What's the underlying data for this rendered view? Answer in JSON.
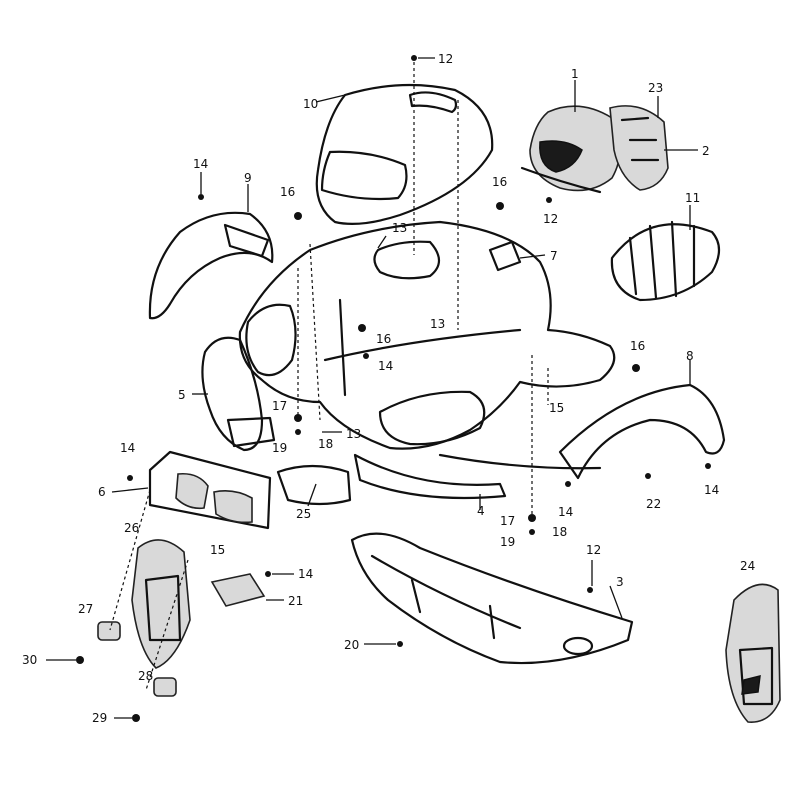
{
  "diagram": {
    "type": "exploded-parts-view",
    "callouts": [
      {
        "id": "c1",
        "label": "1"
      },
      {
        "id": "c2",
        "label": "2"
      },
      {
        "id": "c3",
        "label": "3"
      },
      {
        "id": "c4",
        "label": "4"
      },
      {
        "id": "c5",
        "label": "5"
      },
      {
        "id": "c6",
        "label": "6"
      },
      {
        "id": "c7",
        "label": "7"
      },
      {
        "id": "c8",
        "label": "8"
      },
      {
        "id": "c9",
        "label": "9"
      },
      {
        "id": "c10",
        "label": "10"
      },
      {
        "id": "c11",
        "label": "11"
      },
      {
        "id": "c12a",
        "label": "12"
      },
      {
        "id": "c12b",
        "label": "12"
      },
      {
        "id": "c12c",
        "label": "12"
      },
      {
        "id": "c13a",
        "label": "13"
      },
      {
        "id": "c13b",
        "label": "13"
      },
      {
        "id": "c13c",
        "label": "13"
      },
      {
        "id": "c14a",
        "label": "14"
      },
      {
        "id": "c14b",
        "label": "14"
      },
      {
        "id": "c14c",
        "label": "14"
      },
      {
        "id": "c14d",
        "label": "14"
      },
      {
        "id": "c14e",
        "label": "14"
      },
      {
        "id": "c14f",
        "label": "14"
      },
      {
        "id": "c15a",
        "label": "15"
      },
      {
        "id": "c15b",
        "label": "15"
      },
      {
        "id": "c16a",
        "label": "16"
      },
      {
        "id": "c16b",
        "label": "16"
      },
      {
        "id": "c16c",
        "label": "16"
      },
      {
        "id": "c16d",
        "label": "16"
      },
      {
        "id": "c17a",
        "label": "17"
      },
      {
        "id": "c17b",
        "label": "17"
      },
      {
        "id": "c18a",
        "label": "18"
      },
      {
        "id": "c18b",
        "label": "18"
      },
      {
        "id": "c19a",
        "label": "19"
      },
      {
        "id": "c19b",
        "label": "19"
      },
      {
        "id": "c20",
        "label": "20"
      },
      {
        "id": "c21",
        "label": "21"
      },
      {
        "id": "c22",
        "label": "22"
      },
      {
        "id": "c23",
        "label": "23"
      },
      {
        "id": "c24",
        "label": "24"
      },
      {
        "id": "c25",
        "label": "25"
      },
      {
        "id": "c26",
        "label": "26"
      },
      {
        "id": "c27",
        "label": "27"
      },
      {
        "id": "c28",
        "label": "28"
      },
      {
        "id": "c29",
        "label": "29"
      },
      {
        "id": "c30",
        "label": "30"
      }
    ]
  }
}
